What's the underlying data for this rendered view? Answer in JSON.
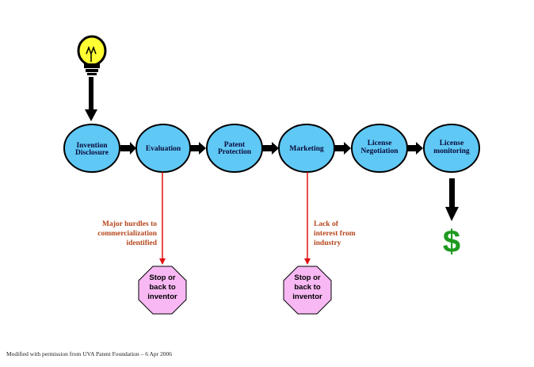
{
  "colors": {
    "node_fill": "#5fc8f5",
    "stop_fill": "#f7b8f3",
    "hurdle_line": "#e01010",
    "note_text": "#b5451b",
    "dollar": "#1f9a1f",
    "bulb": "#ffff33"
  },
  "nodes": [
    {
      "id": "invention-disclosure",
      "lines": [
        "Invention",
        "Disclosure"
      ]
    },
    {
      "id": "evaluation",
      "lines": [
        "Evaluation"
      ]
    },
    {
      "id": "patent-protection",
      "lines": [
        "Patent",
        "Protection"
      ]
    },
    {
      "id": "marketing",
      "lines": [
        "Marketing"
      ]
    },
    {
      "id": "license-negotiation",
      "lines": [
        "License",
        "Negotiation"
      ]
    },
    {
      "id": "license-monitoring",
      "lines": [
        "License",
        "monitoring"
      ]
    }
  ],
  "notes": {
    "evaluation": [
      "Major hurdles to",
      "commercialization",
      "identified"
    ],
    "marketing": [
      "Lack of",
      "interest from",
      "industry"
    ]
  },
  "stops": {
    "evaluation": [
      "Stop or",
      "back to",
      "inventor"
    ],
    "marketing": [
      "Stop or",
      "back to",
      "inventor"
    ]
  },
  "icons": {
    "start": "lightbulb-icon",
    "end": "dollar-sign-icon"
  },
  "outcome_symbol": "$",
  "footer": "Modified with permission from UVA Patent Foundation – 6 Apr 2006"
}
